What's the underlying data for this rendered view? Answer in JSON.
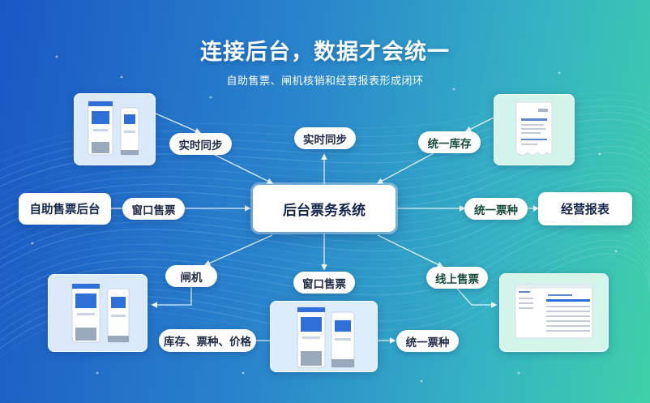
{
  "header": {
    "title": "连接后台，数据才会统一",
    "subtitle": "自助售票、闸机核销和经营报表形成闭环"
  },
  "center": {
    "label": "后台票务系统"
  },
  "boxes": {
    "left_label": "自助售票后台",
    "right_label": "经营报表"
  },
  "pills": {
    "top_left": "实时同步",
    "top_center": "实时同步",
    "top_right": "统一库存",
    "mid_left": "窗口售票",
    "mid_right": "统一票种",
    "gate": "闸机",
    "bottom_center_top": "窗口售票",
    "online": "线上售票",
    "inventory": "库存、票种、价格",
    "bottom_right": "统一票种"
  },
  "colors": {
    "bg_left": "#1a57c4",
    "bg_right": "#3fd0a8",
    "kiosk_blue": "#2f6fd8",
    "text_dark": "#13244a"
  }
}
